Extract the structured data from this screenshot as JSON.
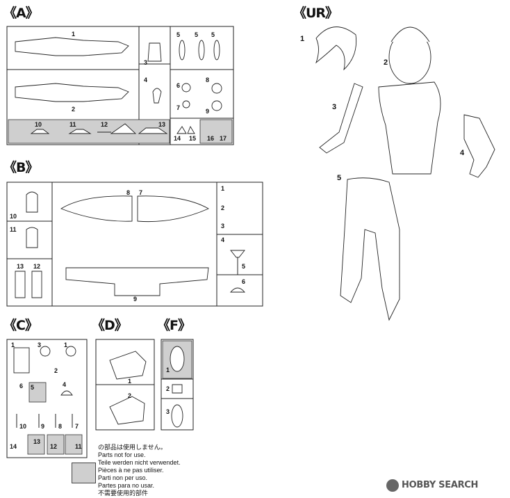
{
  "sheets": {
    "a": {
      "label": "《A》",
      "numbers": [
        "1",
        "2",
        "3",
        "4",
        "5",
        "5",
        "5",
        "6",
        "7",
        "8",
        "9",
        "10",
        "11",
        "12",
        "13",
        "14",
        "15",
        "16",
        "17"
      ]
    },
    "b": {
      "label": "《B》",
      "numbers": [
        "10",
        "11",
        "13",
        "12",
        "8",
        "7",
        "9",
        "1",
        "2",
        "3",
        "4",
        "5",
        "6"
      ]
    },
    "c": {
      "label": "《C》",
      "numbers": [
        "1",
        "3",
        "1",
        "2",
        "6",
        "5",
        "4",
        "10",
        "9",
        "8",
        "7",
        "14",
        "13",
        "12",
        "11"
      ]
    },
    "d": {
      "label": "《D》",
      "numbers": [
        "1",
        "2"
      ]
    },
    "f": {
      "label": "《F》",
      "numbers": [
        "1",
        "2",
        "3"
      ]
    },
    "ur": {
      "label": "《UR》",
      "numbers": [
        "1",
        "2",
        "3",
        "4",
        "5"
      ]
    }
  },
  "legend": {
    "lines": [
      "の部品は使用しません。",
      "Parts not for use.",
      "Teile werden nicht verwendet.",
      "Pièces à ne pas utiliser.",
      "Parti non per uso.",
      "Partes para no usar.",
      "不需要使用的部件"
    ],
    "swatch_color": "#cfcfcf"
  },
  "watermark": {
    "text": "HOBBY SEARCH"
  }
}
